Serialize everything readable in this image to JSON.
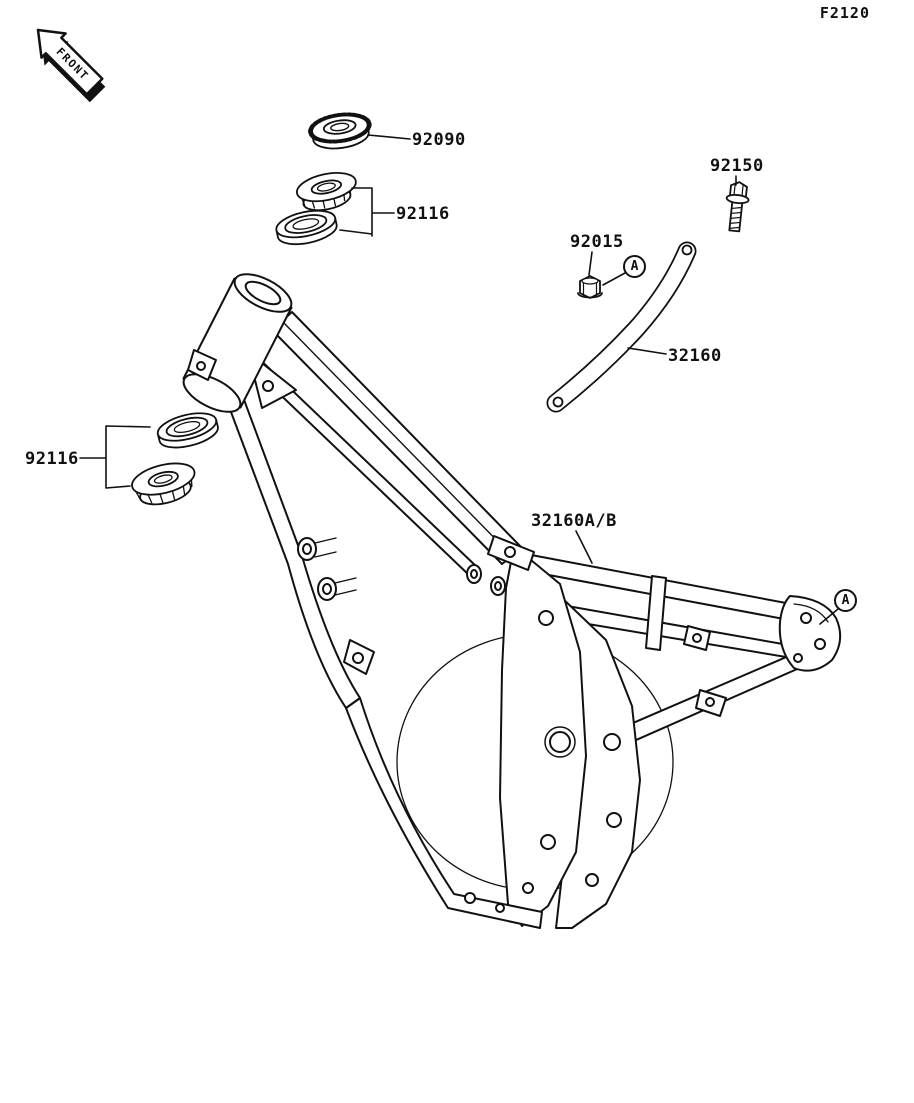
{
  "figure": {
    "code": "F2120"
  },
  "front_marker": {
    "label": "FRONT"
  },
  "parts": {
    "stem_cap": {
      "number": "92090"
    },
    "bearing_upper": {
      "number": "92116"
    },
    "bearing_lower": {
      "number": "92116"
    },
    "bolt": {
      "number": "92150"
    },
    "nut": {
      "number": "92015"
    },
    "brace": {
      "number": "32160"
    },
    "frame": {
      "number": "32160A/B"
    }
  },
  "callouts": {
    "a_upper": "A",
    "a_right": "A"
  },
  "colors": {
    "ink": "#111111",
    "paper": "#ffffff"
  }
}
